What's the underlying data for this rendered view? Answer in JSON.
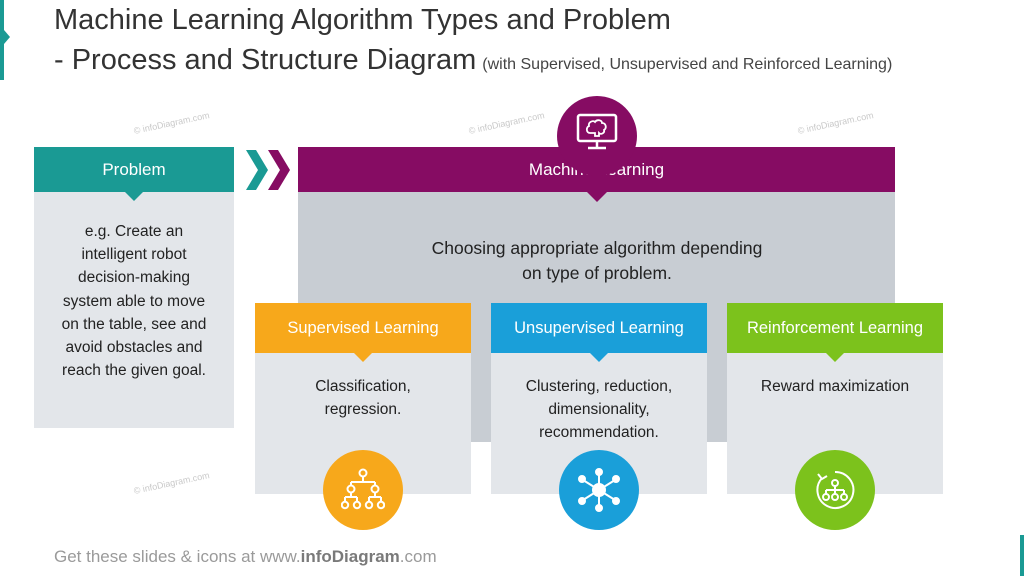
{
  "title": {
    "line1": "Machine Learning Algorithm Types and Problem",
    "line2": "- Process and Structure Diagram",
    "subtitle": "(with Supervised, Unsupervised  and Reinforced Learning)"
  },
  "watermark": "© infoDiagram.com",
  "problem": {
    "heading": "Problem",
    "lines": [
      "e.g. Create an",
      "intelligent  robot",
      "decision-making",
      "system able to move",
      "on the table, see and",
      "avoid obstacles and",
      "reach the given goal."
    ]
  },
  "machine_learning": {
    "heading": "Machine  Learning",
    "icon": "brain-monitor-icon",
    "description_lines": [
      "Choosing appropriate  algorithm depending",
      "on type of problem."
    ]
  },
  "cards": [
    {
      "heading": "Supervised Learning",
      "lines": [
        "Classification,",
        "regression."
      ],
      "icon": "hierarchy-tree-icon",
      "color": "#f7a81b"
    },
    {
      "heading": "Unsupervised  Learning",
      "lines": [
        "Clustering, reduction,",
        "dimensionality,",
        "recommendation."
      ],
      "icon": "network-hub-icon",
      "color": "#1a9fd9"
    },
    {
      "heading": "Reinforcement  Learning",
      "lines": [
        "Reward maximization"
      ],
      "icon": "cycle-hierarchy-icon",
      "color": "#7cc21c"
    }
  ],
  "colors": {
    "teal": "#1a9a94",
    "purple": "#860c63",
    "orange": "#f7a81b",
    "blue": "#1a9fd9",
    "green": "#7cc21c"
  },
  "footer": {
    "prefix": "Get these slides  & icons  at www.",
    "brand": "infoDiagram",
    "suffix": ".com"
  }
}
